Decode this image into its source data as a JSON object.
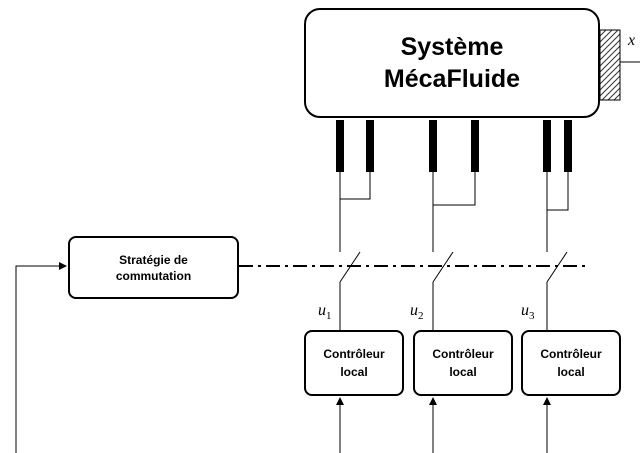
{
  "system": {
    "line1": "Système",
    "line2": "MécaFluide"
  },
  "strategy": {
    "line1": "Stratégie de",
    "line2": "commutation"
  },
  "controllers": [
    {
      "line1": "Contrôleur",
      "line2": "local"
    },
    {
      "line1": "Contrôleur",
      "line2": "local"
    },
    {
      "line1": "Contrôleur",
      "line2": "local"
    }
  ],
  "signals": [
    {
      "sym": "u",
      "idx": "1"
    },
    {
      "sym": "u",
      "idx": "2"
    },
    {
      "sym": "u",
      "idx": "3"
    }
  ],
  "output_label": "x"
}
